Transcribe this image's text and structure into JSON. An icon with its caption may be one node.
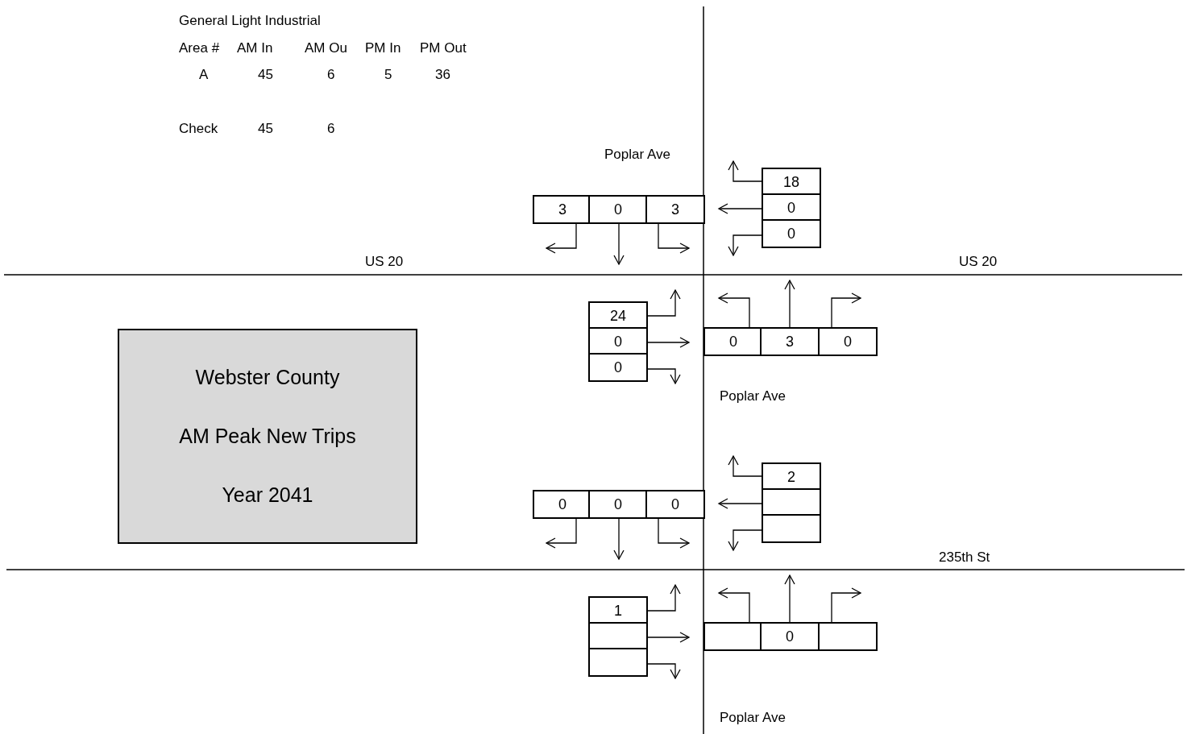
{
  "diagram": {
    "nodes": [
      {
        "text": [
          "Webster County",
          "AM Peak New Trips",
          "Year 2041"
        ]
      }
    ],
    "labels": [
      "General Light Industrial",
      "Area #",
      "AM In",
      "AM Ou",
      "PM In",
      "PM Out",
      "A",
      "45",
      "6",
      "5",
      "36",
      "Check",
      "45",
      "6",
      "Poplar Ave",
      "18",
      "3",
      "0",
      "3",
      "0",
      "0",
      "US 20",
      "US 20",
      "24",
      "0",
      "0",
      "3",
      "0",
      "0",
      "Poplar Ave",
      "2",
      "0",
      "0",
      "0",
      "235th St",
      "1",
      "0",
      "Poplar Ave"
    ]
  }
}
